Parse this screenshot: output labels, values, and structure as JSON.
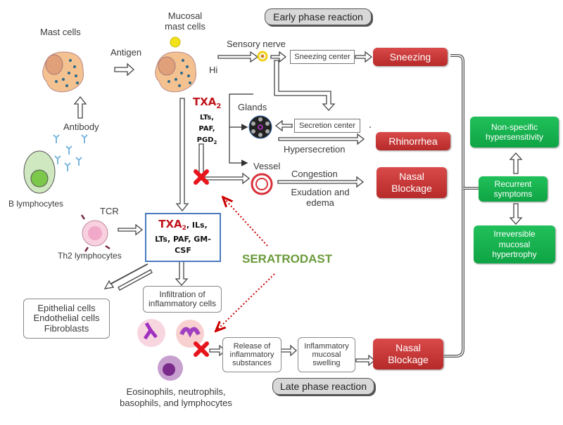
{
  "phases": {
    "early": "Early phase reaction",
    "late": "Late phase reaction"
  },
  "cells": {
    "mast_cells": "Mast cells",
    "mucosal_mast_line1": "Mucosal",
    "mucosal_mast_line2": "mast cells",
    "antigen": "Antigen",
    "antibody": "Antibody",
    "b_lymphocytes": "B lymphocytes",
    "tcr": "TCR",
    "th2": "Th2 lymphocytes",
    "hi": "Hi",
    "granulocytes_line1": "Eosinophils, neutrophils,",
    "granulocytes_line2": "basophils, and lymphocytes"
  },
  "mediators": {
    "txa": "TXA",
    "sub2": "2",
    "lts": "LTs,",
    "paf": "PAF,",
    "pgd": "PGD",
    "box_rest1": ", ILs,",
    "box_line2": "LTs, PAF, GM-",
    "box_line3": "CSF"
  },
  "pathway": {
    "sensory_nerve": "Sensory nerve",
    "sneezing_center": "Sneezing center",
    "glands": "Glands",
    "secretion_center": "Secretion center",
    "hypersecretion": "Hypersecretion",
    "vessel": "Vessel",
    "congestion": "Congestion",
    "exudation_line1": "Exudation and",
    "exudation_line2": "edema",
    "infiltration_line1": "Infiltration of",
    "infiltration_line2": "inflammatory cells",
    "structural_line1": "Epithelial cells",
    "structural_line2": "Endothelial cells",
    "structural_line3": "Fibroblasts",
    "release_line1": "Release of",
    "release_line2": "inflammatory",
    "release_line3": "substances",
    "swelling_line1": "Inflammatory",
    "swelling_line2": "mucosal",
    "swelling_line3": "swelling"
  },
  "symptoms": {
    "sneezing": "Sneezing",
    "rhinorrhea": "Rhinorrhea",
    "nasal_line1": "Nasal",
    "nasal_line2": "Blockage"
  },
  "chronic": {
    "nonspecific_line1": "Non-specific",
    "nonspecific_line2": "hypersensitivity",
    "recurrent_line1": "Recurrent",
    "recurrent_line2": "symptoms",
    "irreversible_line1": "Irreversible",
    "irreversible_line2": "mucosal",
    "irreversible_line3": "hypertrophy"
  },
  "drug": {
    "name": "SERATRODAST"
  },
  "colors": {
    "symptom_red": "#c93636",
    "chronic_green": "#14ae4c",
    "drug_green": "#6a9a3a",
    "inhibit_red": "#e8141c",
    "mediator_red": "#c0141c"
  }
}
